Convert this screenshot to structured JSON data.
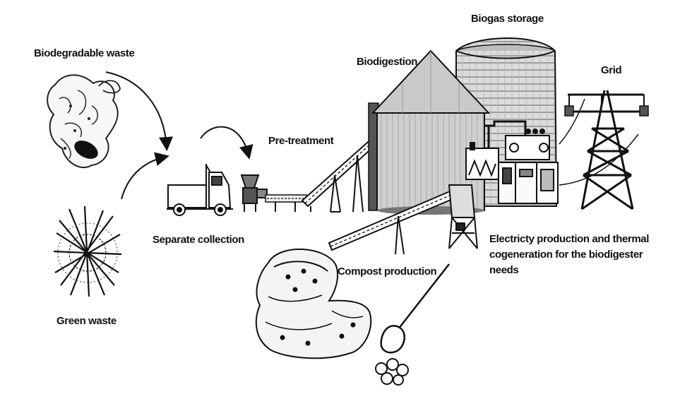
{
  "labels": {
    "biodegradable_waste": "Biodegradable waste",
    "green_waste": "Green waste",
    "separate_collection": "Separate collection",
    "pre_treatment": "Pre-treatment",
    "biodigestion": "Biodigestion",
    "biogas_storage": "Biogas storage",
    "grid": "Grid",
    "electricity": "Electricty production and thermal cogeneration for the biodigester needs",
    "compost_production": "Compost production"
  }
}
